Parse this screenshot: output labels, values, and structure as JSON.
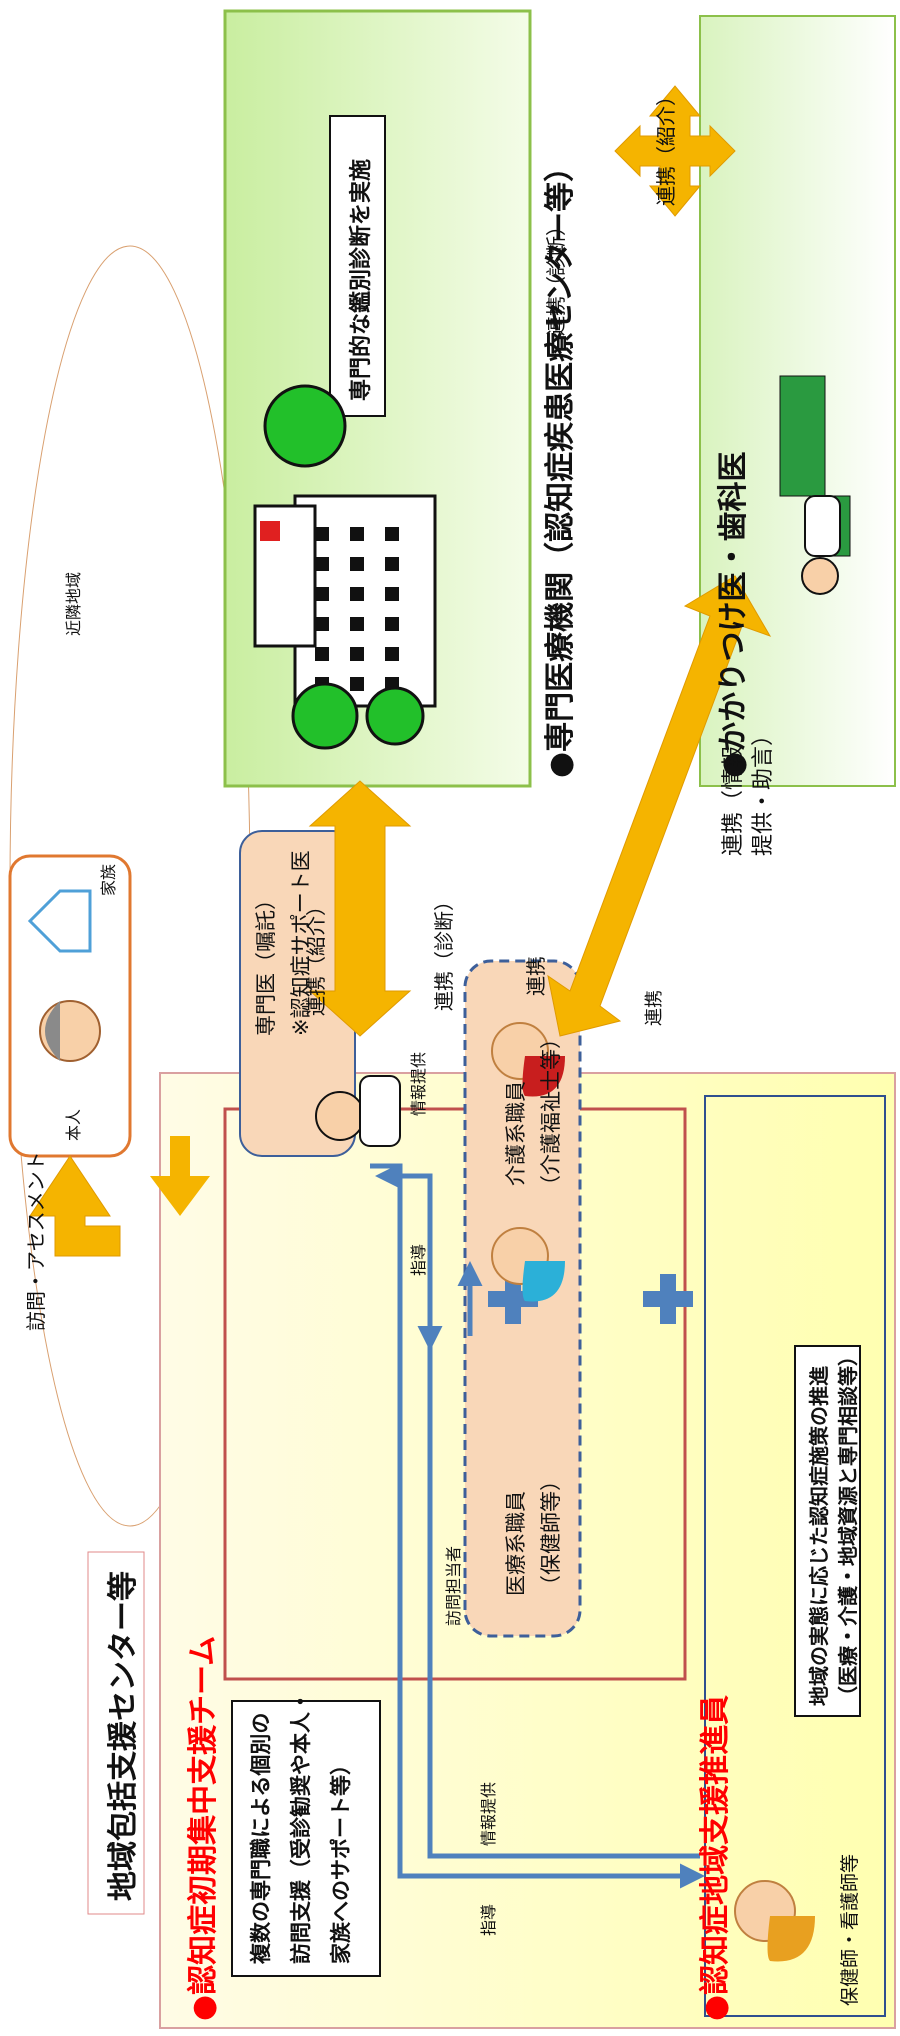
{
  "top_left": {
    "visit_assessment": "訪問・アセスメント",
    "nearby_area": "近隣地域",
    "person": "本人",
    "family": "家族"
  },
  "specialist_center": {
    "title": "●専門医療機関（認知症疾患医療センター等）",
    "box_text": "専門的な鑑別診断を実施"
  },
  "family_doctor": {
    "title": "●かかりつけ医・歯科医"
  },
  "links": {
    "between_top": "連携（紹介）",
    "between_bottom": "連携（診断）",
    "center_referral": "連携（紹介）",
    "center_diagnosis": "連携（診断）",
    "link": "連携",
    "info_advice_1": "連携（情報",
    "info_advice_2": "提供・助言）"
  },
  "regional_center": {
    "title": "地域包括支援センター等"
  },
  "support_team": {
    "title": "●認知症初期集中支援チーム",
    "desc_line1": "複数の専門職による個別の",
    "desc_line2": "訪問支援（受診勧奨や本人・",
    "desc_line3": "家族へのサポート等）",
    "doctor_line1": "専門医（嘱託）",
    "doctor_line2": "※認知症サポート医",
    "guidance": "指導",
    "info_provide": "情報提供",
    "visitor": "訪問担当者",
    "medical_staff_1": "医療系職員",
    "medical_staff_2": "（保健師等）",
    "care_staff_1": "介護系職員",
    "care_staff_2": "（介護福祉士等）",
    "link": "連携"
  },
  "promoter": {
    "title": "●認知症地域支援推進員",
    "box_line1": "地域の実態に応じた認知症施策の推進",
    "box_line2": "（医療・介護・地域資源と専門相談等）",
    "staff": "保健師・看護師等",
    "guidance": "指導",
    "info_provide": "情報提供"
  },
  "colors": {
    "arrow_orange": "#f5b400",
    "arrow_blue": "#4f81bd",
    "red_title": "#ff0000",
    "green_box": "#cff0a8",
    "yellow_box": "#ffffc0"
  }
}
